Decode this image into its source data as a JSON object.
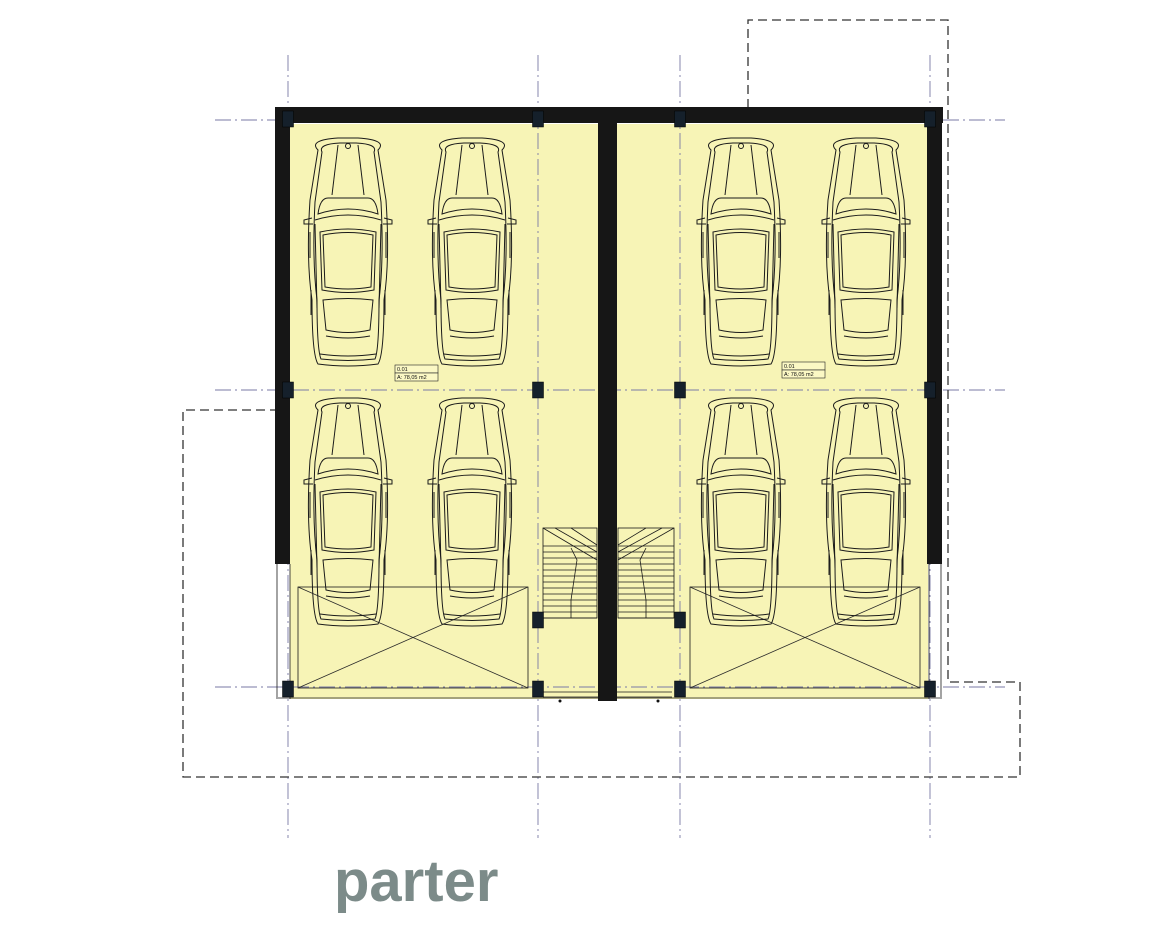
{
  "plan": {
    "title": "parter",
    "rooms": [
      {
        "id": "0.01",
        "area": "A: 78,05 m2"
      },
      {
        "id": "0.01",
        "area": "A: 78,05 m2"
      }
    ],
    "parking_spaces_per_unit": 4,
    "colors": {
      "floor": "#f7f4b6",
      "walls": "#161616",
      "axis": "#7a7aa6",
      "title": "#7c8b89"
    }
  }
}
